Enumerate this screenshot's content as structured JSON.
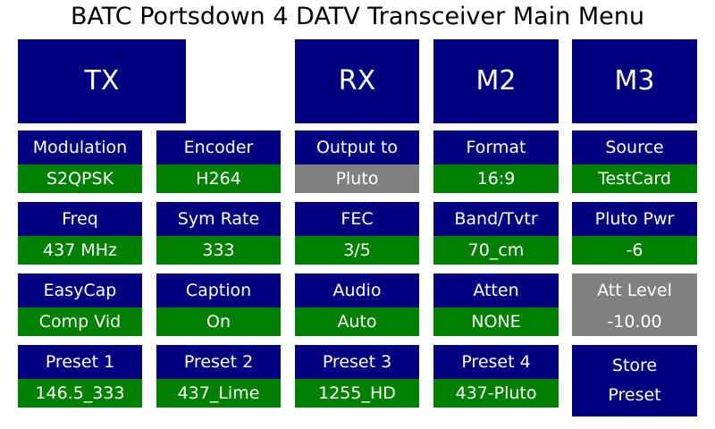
{
  "page": {
    "title": "BATC Portsdown 4 DATV Transceiver Main Menu",
    "background": "#ffffff",
    "colors": {
      "header_blue": "#000080",
      "value_green": "#008000",
      "disabled_grey": "#808080",
      "text_white": "#ffffff",
      "title_black": "#000000"
    }
  },
  "menu_buttons": [
    {
      "label": "TX",
      "state": "enabled",
      "color": "#000080"
    },
    {
      "label": "RX",
      "state": "enabled",
      "color": "#000080"
    },
    {
      "label": "M2",
      "state": "enabled",
      "color": "#000080"
    },
    {
      "label": "M3",
      "state": "enabled",
      "color": "#000080"
    }
  ],
  "rows": [
    {
      "row": 1,
      "cells": [
        {
          "title": "Modulation",
          "value": "S2QPSK",
          "value_state": "active",
          "value_color": "#008000"
        },
        {
          "title": "Encoder",
          "value": "H264",
          "value_state": "active",
          "value_color": "#008000"
        },
        {
          "title": "Output to",
          "value": "Pluto",
          "value_state": "disabled",
          "value_color": "#808080"
        },
        {
          "title": "Format",
          "value": "16:9",
          "value_state": "active",
          "value_color": "#008000"
        },
        {
          "title": "Source",
          "value": "TestCard",
          "value_state": "active",
          "value_color": "#008000"
        }
      ]
    },
    {
      "row": 2,
      "cells": [
        {
          "title": "Freq",
          "value": "437 MHz",
          "value_state": "active",
          "value_color": "#008000"
        },
        {
          "title": "Sym Rate",
          "value": "333",
          "value_state": "active",
          "value_color": "#008000"
        },
        {
          "title": "FEC",
          "value": "3/5",
          "value_state": "active",
          "value_color": "#008000"
        },
        {
          "title": "Band/Tvtr",
          "value": "70_cm",
          "value_state": "active",
          "value_color": "#008000"
        },
        {
          "title": "Pluto Pwr",
          "value": "-6",
          "value_state": "active",
          "value_color": "#008000"
        }
      ]
    },
    {
      "row": 3,
      "cells": [
        {
          "title": "EasyCap",
          "value": "Comp Vid",
          "value_state": "active",
          "value_color": "#008000"
        },
        {
          "title": "Caption",
          "value": "On",
          "value_state": "active",
          "value_color": "#008000"
        },
        {
          "title": "Audio",
          "value": "Auto",
          "value_state": "active",
          "value_color": "#008000"
        },
        {
          "title": "Atten",
          "value": "NONE",
          "value_state": "active",
          "value_color": "#008000"
        },
        {
          "title": "Att Level",
          "value": "-10.00",
          "value_state": "disabled",
          "value_color": "#808080",
          "title_state": "disabled",
          "title_color": "#808080"
        }
      ]
    },
    {
      "row": 4,
      "cells": [
        {
          "title": "Preset 1",
          "value": "146.5_333",
          "value_state": "active",
          "value_color": "#008000"
        },
        {
          "title": "Preset 2",
          "value": "437_Lime",
          "value_state": "active",
          "value_color": "#008000"
        },
        {
          "title": "Preset 3",
          "value": "1255_HD",
          "value_state": "active",
          "value_color": "#008000"
        },
        {
          "title": "Preset 4",
          "value": "437-Pluto",
          "value_state": "active",
          "value_color": "#008000"
        },
        {
          "title": "Store",
          "value": "Preset",
          "value_state": "solid",
          "value_color": "#000080"
        }
      ]
    }
  ]
}
